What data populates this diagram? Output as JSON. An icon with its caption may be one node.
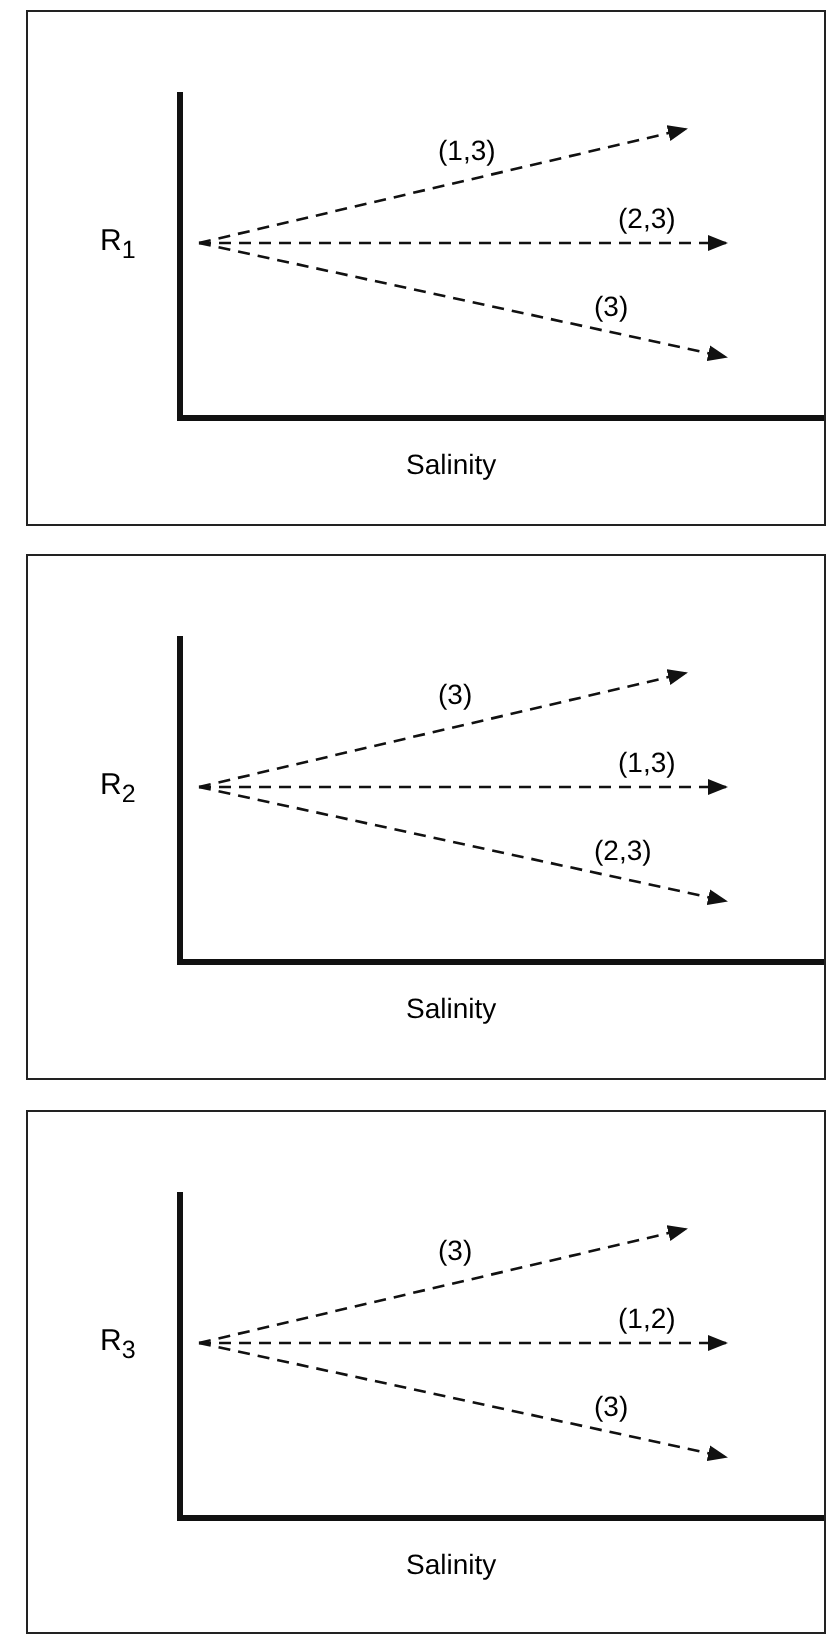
{
  "diagram": {
    "nodes": [
      {
        "text": [],
        "shape": "box"
      },
      {
        "text": [
          "R$_{1}$"
        ],
        "in": 0
      },
      {
        "text": [],
        "shape": "box"
      },
      {
        "text": [
          "R$_{2}$"
        ],
        "in": 2
      },
      {
        "text": [],
        "shape": "box"
      },
      {
        "text": [
          "R$_{3}$"
        ],
        "in": 4
      }
    ],
    "edges": [
      {
        "from": 1,
        "to": null,
        "arrow": "to",
        "style": "dashed",
        "label": "(1,3)"
      },
      {
        "from": 1,
        "to": null,
        "arrow": "to",
        "style": "dashed",
        "label": "(2,3)"
      },
      {
        "from": 1,
        "to": null,
        "arrow": "to",
        "style": "dashed",
        "label": "(3)"
      },
      {
        "from": 3,
        "to": null,
        "arrow": "to",
        "style": "dashed",
        "label": "(3)"
      },
      {
        "from": 3,
        "to": null,
        "arrow": "to",
        "style": "dashed",
        "label": "(1,3)"
      },
      {
        "from": 3,
        "to": null,
        "arrow": "to",
        "style": "dashed",
        "label": "(2,3)"
      },
      {
        "from": 5,
        "to": null,
        "arrow": "to",
        "style": "dashed",
        "label": "(3)"
      },
      {
        "from": 5,
        "to": null,
        "arrow": "to",
        "style": "dashed",
        "label": "(1,2)"
      },
      {
        "from": 5,
        "to": null,
        "arrow": "to",
        "style": "dashed",
        "label": "(3)"
      }
    ],
    "labels": [
      "Salinity",
      "Salinity",
      "Salinity"
    ]
  }
}
